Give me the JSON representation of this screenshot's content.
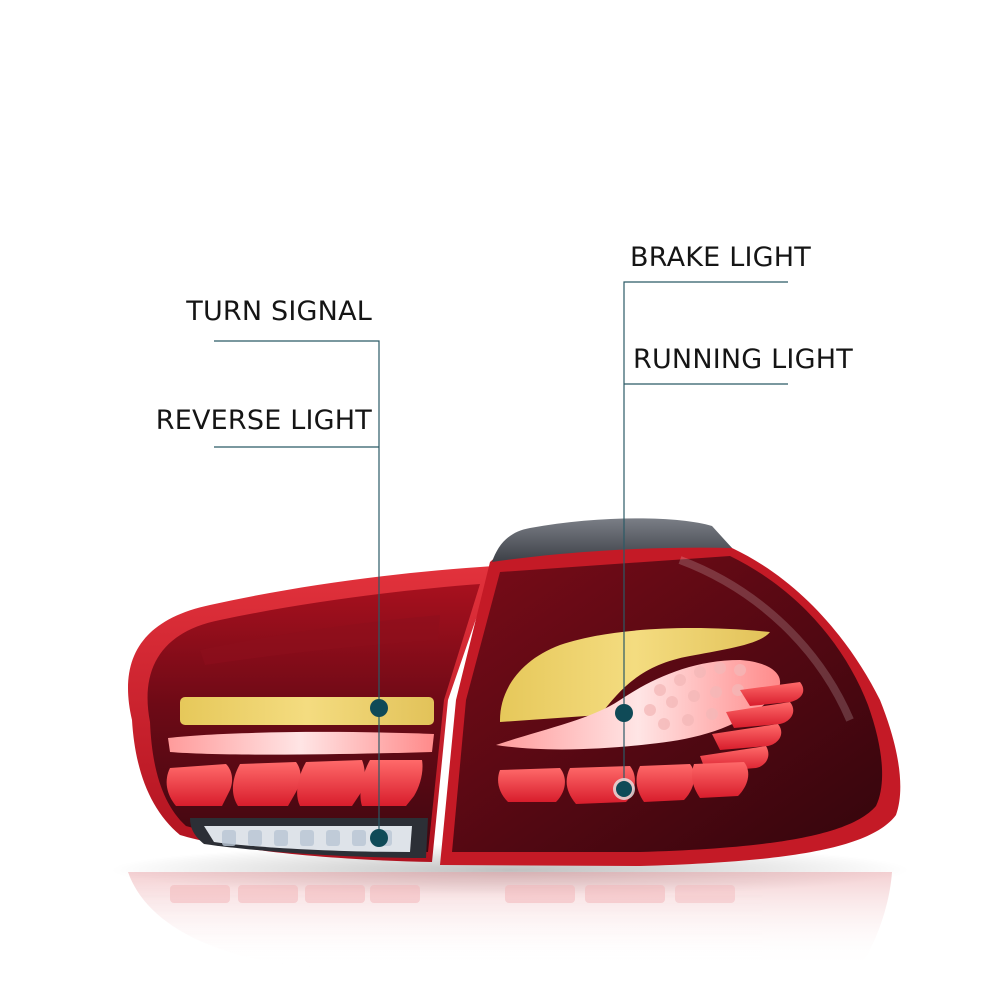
{
  "callouts": {
    "turn_signal": "TURN SIGNAL",
    "reverse_light": "REVERSE LIGHT",
    "brake_light": "BRAKE LIGHT",
    "running_light": "RUNNING LIGHT"
  },
  "colors": {
    "background": "#ffffff",
    "label_text": "#151515",
    "leader_line": "#2b5a66",
    "marker_dot": "#0f4a57",
    "lamp_red": "#c51a26",
    "lamp_dark_red": "#5a0a14",
    "turn_signal_amber": "#efd36a",
    "reverse_white": "#eef3f8"
  }
}
